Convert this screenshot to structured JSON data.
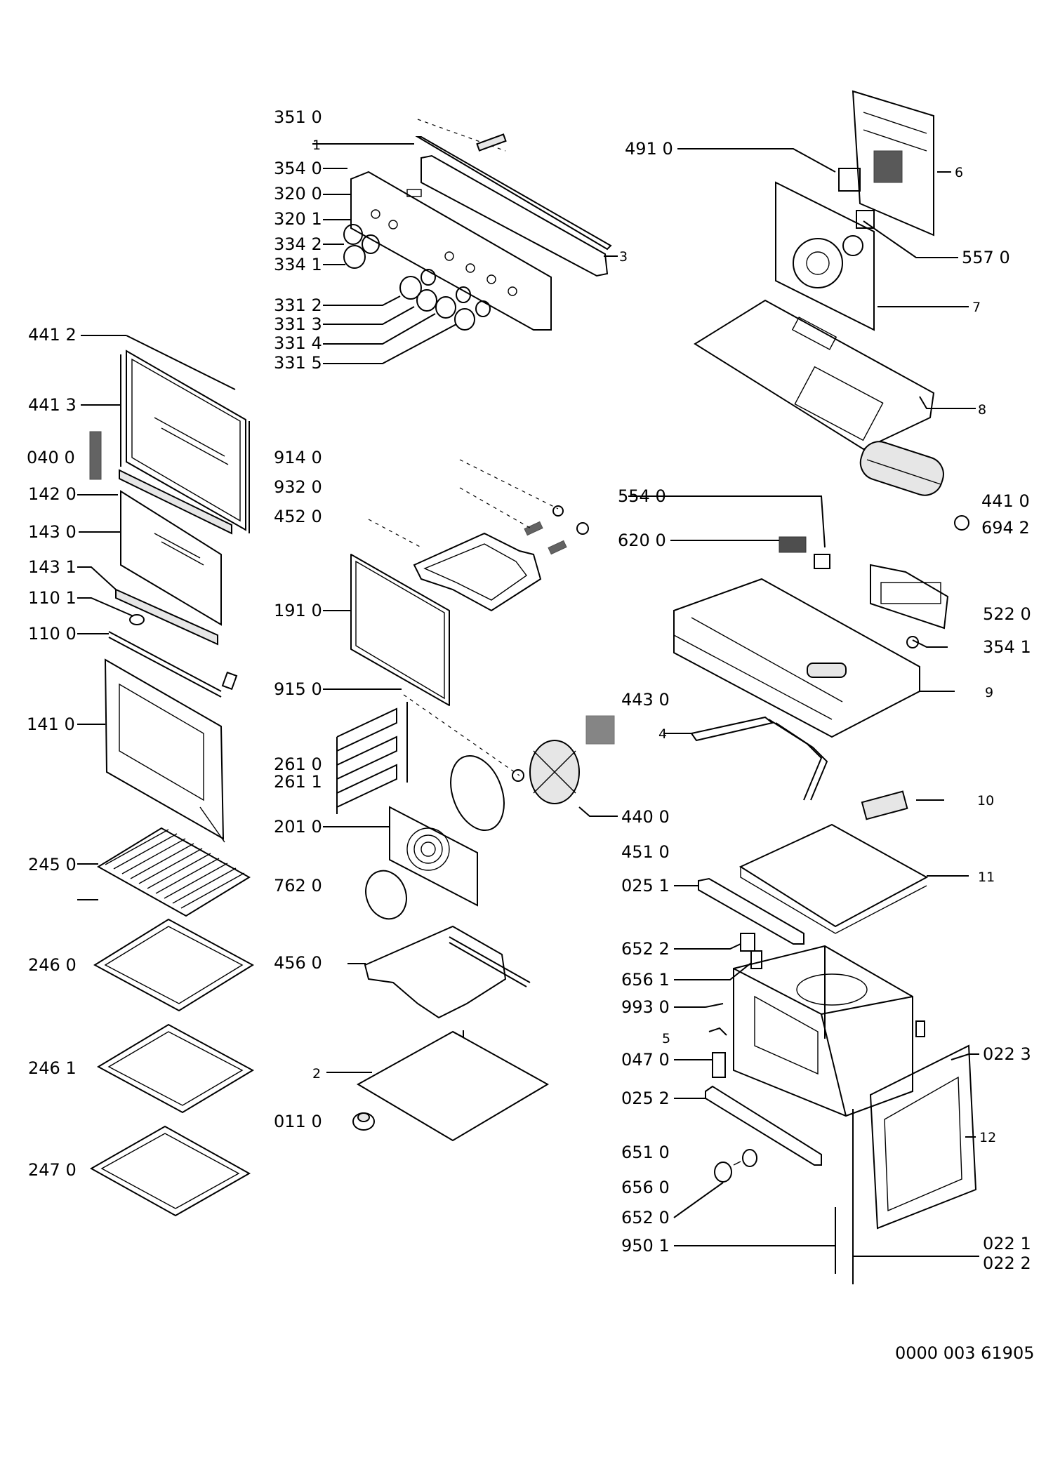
{
  "diagram": {
    "document_number": "0000 003 61905",
    "labels": [
      {
        "id": "351-0",
        "text": "351 0"
      },
      {
        "id": "1",
        "text": "1"
      },
      {
        "id": "354-0",
        "text": "354 0"
      },
      {
        "id": "320-0",
        "text": "320 0"
      },
      {
        "id": "320-1",
        "text": "320 1"
      },
      {
        "id": "334-2",
        "text": "334 2"
      },
      {
        "id": "334-1",
        "text": "334 1"
      },
      {
        "id": "3",
        "text": "3"
      },
      {
        "id": "331-2",
        "text": "331 2"
      },
      {
        "id": "331-3",
        "text": "331 3"
      },
      {
        "id": "331-4",
        "text": "331 4"
      },
      {
        "id": "331-5",
        "text": "331 5"
      },
      {
        "id": "491-0",
        "text": "491 0"
      },
      {
        "id": "6",
        "text": "6"
      },
      {
        "id": "557-0",
        "text": "557 0"
      },
      {
        "id": "7",
        "text": "7"
      },
      {
        "id": "8",
        "text": "8"
      },
      {
        "id": "441-2",
        "text": "441 2"
      },
      {
        "id": "441-3",
        "text": "441 3"
      },
      {
        "id": "040-0",
        "text": "040 0"
      },
      {
        "id": "142-0",
        "text": "142 0"
      },
      {
        "id": "143-0",
        "text": "143 0"
      },
      {
        "id": "143-1",
        "text": "143 1"
      },
      {
        "id": "110-1",
        "text": "110 1"
      },
      {
        "id": "110-0",
        "text": "110 0"
      },
      {
        "id": "141-0",
        "text": "141 0"
      },
      {
        "id": "914-0",
        "text": "914 0"
      },
      {
        "id": "932-0",
        "text": "932 0"
      },
      {
        "id": "452-0",
        "text": "452 0"
      },
      {
        "id": "191-0",
        "text": "191 0"
      },
      {
        "id": "915-0",
        "text": "915 0"
      },
      {
        "id": "261-0",
        "text": "261 0"
      },
      {
        "id": "261-1",
        "text": "261 1"
      },
      {
        "id": "201-0",
        "text": "201 0"
      },
      {
        "id": "762-0",
        "text": "762 0"
      },
      {
        "id": "456-0",
        "text": "456 0"
      },
      {
        "id": "2",
        "text": "2"
      },
      {
        "id": "011-0",
        "text": "011 0"
      },
      {
        "id": "245-0",
        "text": "245 0"
      },
      {
        "id": "246-0",
        "text": "246 0"
      },
      {
        "id": "246-1",
        "text": "246 1"
      },
      {
        "id": "247-0",
        "text": "247 0"
      },
      {
        "id": "441-0",
        "text": "441 0"
      },
      {
        "id": "694-2",
        "text": "694 2"
      },
      {
        "id": "554-0",
        "text": "554 0"
      },
      {
        "id": "620-0",
        "text": "620 0"
      },
      {
        "id": "522-0",
        "text": "522 0"
      },
      {
        "id": "354-1",
        "text": "354 1"
      },
      {
        "id": "9",
        "text": "9"
      },
      {
        "id": "443-0",
        "text": "443 0"
      },
      {
        "id": "4",
        "text": "4"
      },
      {
        "id": "440-0",
        "text": "440 0"
      },
      {
        "id": "10",
        "text": "10"
      },
      {
        "id": "451-0",
        "text": "451 0"
      },
      {
        "id": "025-1",
        "text": "025 1"
      },
      {
        "id": "11",
        "text": "11"
      },
      {
        "id": "652-2",
        "text": "652 2"
      },
      {
        "id": "656-1",
        "text": "656 1"
      },
      {
        "id": "993-0",
        "text": "993 0"
      },
      {
        "id": "5",
        "text": "5"
      },
      {
        "id": "047-0",
        "text": "047 0"
      },
      {
        "id": "025-2",
        "text": "025 2"
      },
      {
        "id": "022-3",
        "text": "022 3"
      },
      {
        "id": "12",
        "text": "12"
      },
      {
        "id": "651-0",
        "text": "651 0"
      },
      {
        "id": "656-0",
        "text": "656 0"
      },
      {
        "id": "652-0",
        "text": "652 0"
      },
      {
        "id": "950-1",
        "text": "950 1"
      },
      {
        "id": "022-1",
        "text": "022 1"
      },
      {
        "id": "022-2",
        "text": "022 2"
      }
    ]
  }
}
